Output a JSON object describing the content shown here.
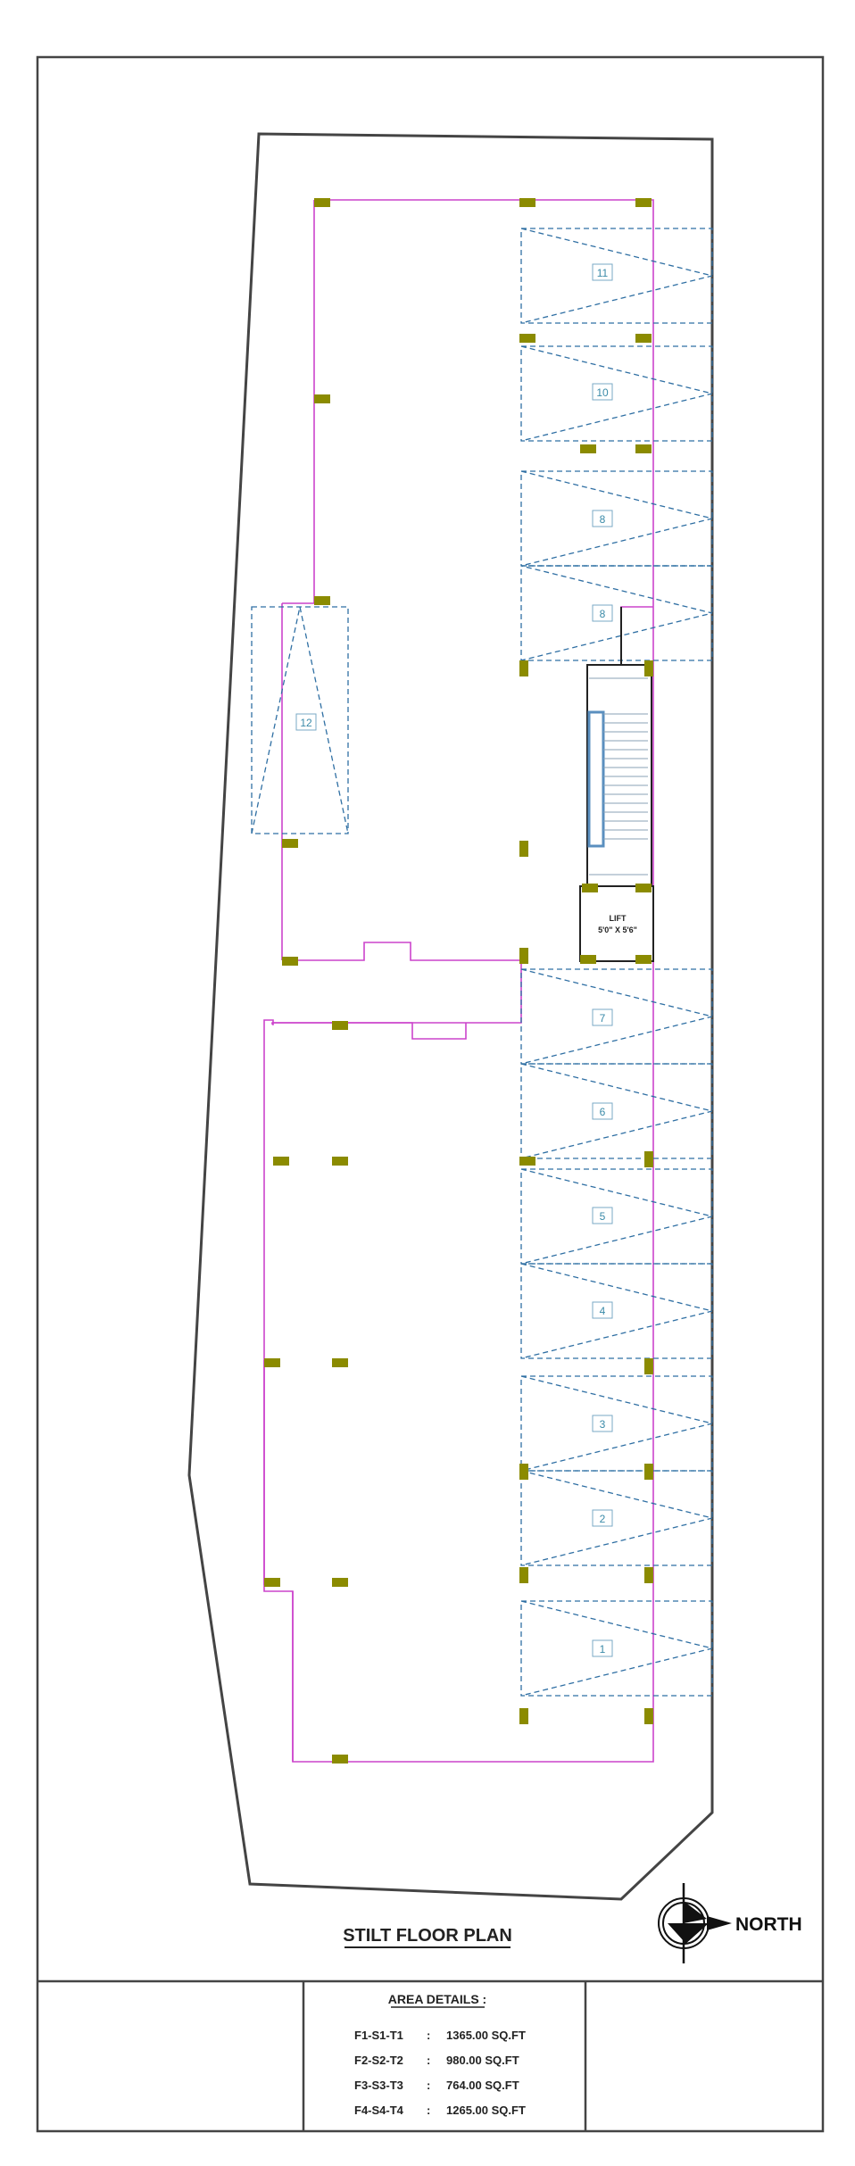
{
  "plan": {
    "title": "STILT FLOOR PLAN",
    "north_label": "NORTH",
    "lift_label": "LIFT",
    "lift_size": "5'0\" X 5'6\"",
    "parking_slots": [
      {
        "label": "11"
      },
      {
        "label": "10"
      },
      {
        "label": "8"
      },
      {
        "label": "8"
      },
      {
        "label": "7"
      },
      {
        "label": "6"
      },
      {
        "label": "5"
      },
      {
        "label": "4"
      },
      {
        "label": "3"
      },
      {
        "label": "2"
      },
      {
        "label": "1"
      },
      {
        "label": "12"
      }
    ]
  },
  "area_details": {
    "title": "AREA DETAILS :",
    "rows": [
      {
        "unit": "F1-S1-T1",
        "sep": ":",
        "value": "1365.00 SQ.FT"
      },
      {
        "unit": "F2-S2-T2",
        "sep": ":",
        "value": "980.00 SQ.FT"
      },
      {
        "unit": "F3-S3-T3",
        "sep": ":",
        "value": "764.00 SQ.FT"
      },
      {
        "unit": "F4-S4-T4",
        "sep": ":",
        "value": "1265.00 SQ.FT"
      }
    ]
  },
  "colors": {
    "border": "#444444",
    "wall": "#cc44cc",
    "parking": "#2f6fa3",
    "column": "#8b8b00",
    "stair": "#5a8fbf"
  }
}
